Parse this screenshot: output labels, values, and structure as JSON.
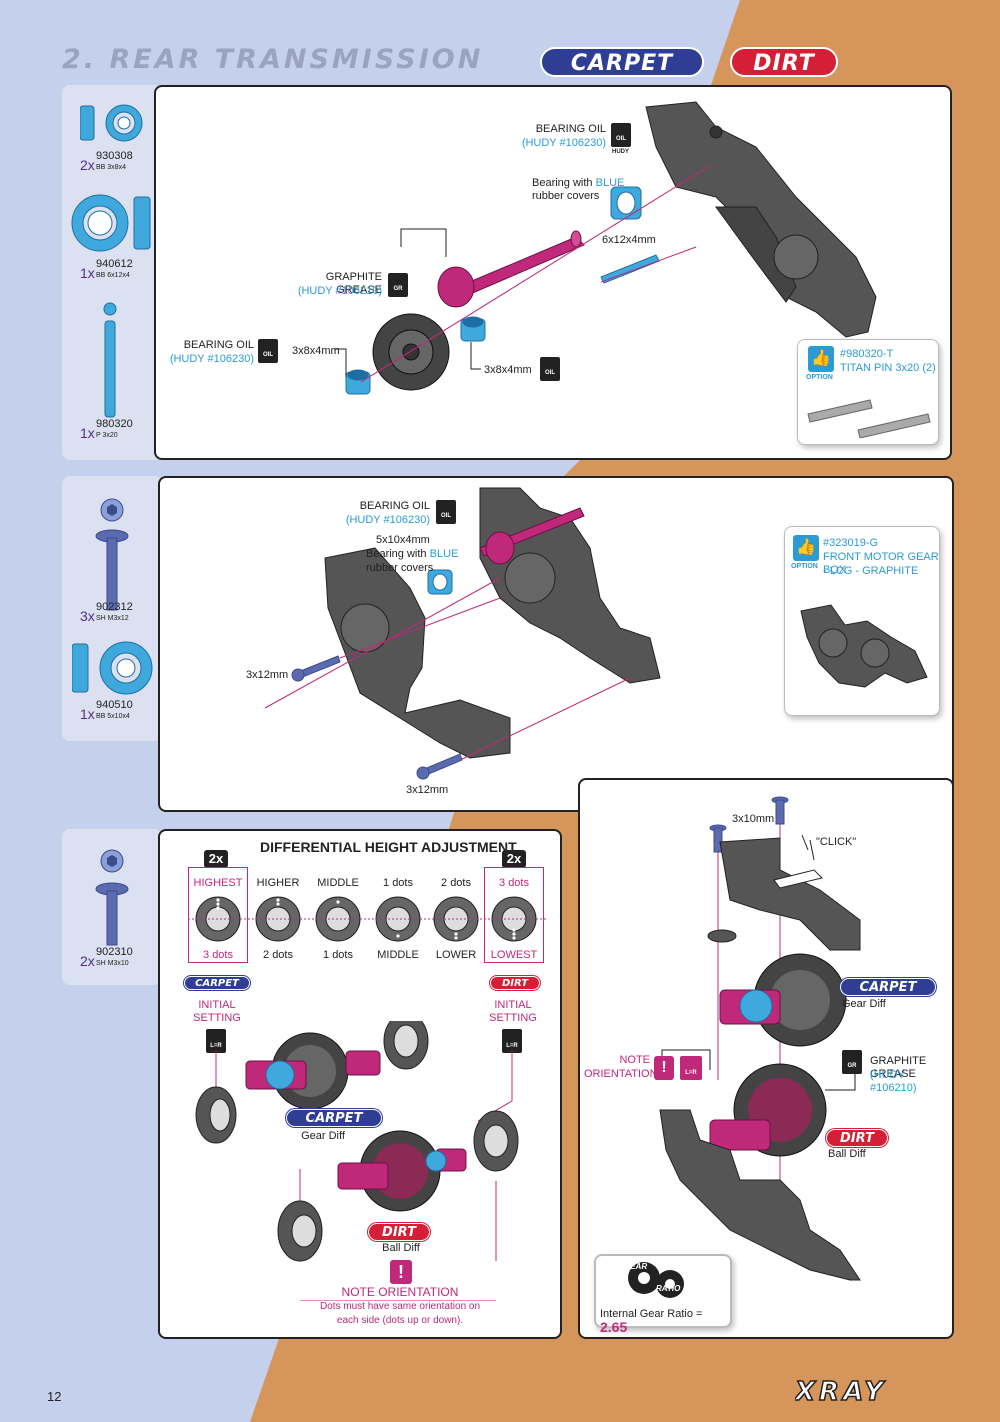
{
  "header": {
    "title": "2. REAR TRANSMISSION",
    "badge_carpet": "CARPET",
    "badge_dirt": "DIRT"
  },
  "parts_1": [
    {
      "qty": "2x",
      "code": "930308",
      "desc": "BB 3x8x4"
    },
    {
      "qty": "1x",
      "code": "940612",
      "desc": "BB 6x12x4"
    },
    {
      "qty": "1x",
      "code": "980320",
      "desc": "P 3x20"
    }
  ],
  "parts_2": [
    {
      "qty": "3x",
      "code": "902312",
      "desc": "SH M3x12"
    },
    {
      "qty": "1x",
      "code": "940510",
      "desc": "BB 5x10x4"
    }
  ],
  "parts_3": [
    {
      "qty": "2x",
      "code": "902310",
      "desc": "SH M3x10"
    }
  ],
  "step1": {
    "bearing_oil_top": "BEARING OIL",
    "bearing_oil_top_ref": "(HUDY #106230)",
    "bearing_blue": "Bearing with",
    "bearing_blue_word": "BLUE",
    "rubber_covers": "rubber covers",
    "size_6x12x4": "6x12x4mm",
    "graphite_grease": "GRAPHITE GREASE",
    "graphite_grease_ref": "(HUDY #106210)",
    "bearing_oil_left": "BEARING OIL",
    "bearing_oil_left_ref": "(HUDY #106230)",
    "size_3x8x4_a": "3x8x4mm",
    "size_3x8x4_b": "3x8x4mm",
    "option_code": "#980320-T",
    "option_name": "TITAN PIN 3x20 (2)",
    "option_label": "OPTION",
    "icon_oil": "OIL",
    "icon_hudy": "HUDY",
    "icon_gr": "GR"
  },
  "step2": {
    "bearing_oil": "BEARING OIL",
    "bearing_oil_ref": "(HUDY #106230)",
    "size_5x10x4": "5x10x4mm",
    "bearing_blue": "Bearing with",
    "bearing_blue_word": "BLUE",
    "rubber_covers": "rubber covers",
    "screw_a": "3x12mm",
    "screw_b": "3x12mm",
    "option_code": "#323019-G",
    "option_name_1": "FRONT MOTOR GEAR BOX",
    "option_name_2": "- LCG - GRAPHITE",
    "option_label": "OPTION"
  },
  "step3": {
    "heading": "DIFFERENTIAL HEIGHT ADJUSTMENT",
    "mult_left": "2x",
    "mult_right": "2x",
    "top_labels": [
      "HIGHEST",
      "HIGHER",
      "MIDDLE",
      "1 dots",
      "2 dots",
      "3 dots"
    ],
    "bottom_labels": [
      "3 dots",
      "2 dots",
      "1 dots",
      "MIDDLE",
      "LOWER",
      "LOWEST"
    ],
    "carpet_badge": "CARPET",
    "dirt_badge": "DIRT",
    "initial_left": "INITIAL SETTING",
    "initial_right": "INITIAL SETTING",
    "lr_icon": "L=R",
    "carpet_label": "CARPET",
    "gear_diff": "Gear Diff",
    "dirt_label": "DIRT",
    "ball_diff": "Ball Diff",
    "note_title": "NOTE ORIENTATION",
    "note_line1": "Dots must have same orientation on",
    "note_line2": "each side (dots up or down)."
  },
  "step4": {
    "screw": "3x10mm",
    "click": "\"CLICK\"",
    "carpet_label": "CARPET",
    "gear_diff": "Gear Diff",
    "graphite_grease": "GRAPHITE GREASE",
    "graphite_grease_ref": "(HUDY #106210)",
    "note": "NOTE",
    "orientation": "ORIENTATION",
    "dirt_label": "DIRT",
    "ball_diff": "Ball Diff",
    "gear_word": "GEAR",
    "ratio_word": "RATIO",
    "ratio_text": "Internal Gear Ratio =",
    "ratio_value": "2.65"
  },
  "footer": {
    "page_number": "12",
    "brand": "XRAY"
  }
}
